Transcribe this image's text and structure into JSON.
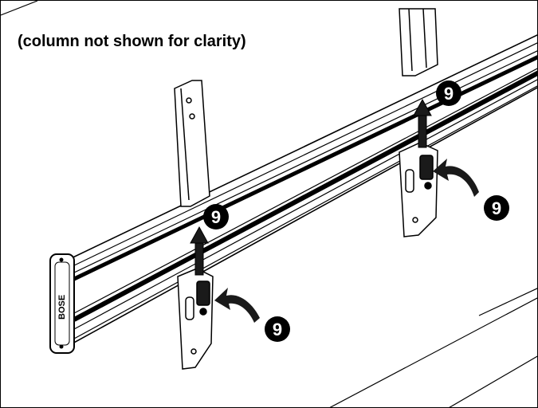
{
  "caption": "(column not shown for clarity)",
  "callouts": [
    {
      "id": "callout-top-right",
      "label": "9"
    },
    {
      "id": "callout-right",
      "label": "9"
    },
    {
      "id": "callout-left-top",
      "label": "9"
    },
    {
      "id": "callout-left-bottom",
      "label": "9"
    }
  ],
  "end_cap_logo": "BOSE",
  "colors": {
    "line": "#000000",
    "fill": "#ffffff",
    "dark": "#1a1a1a"
  }
}
